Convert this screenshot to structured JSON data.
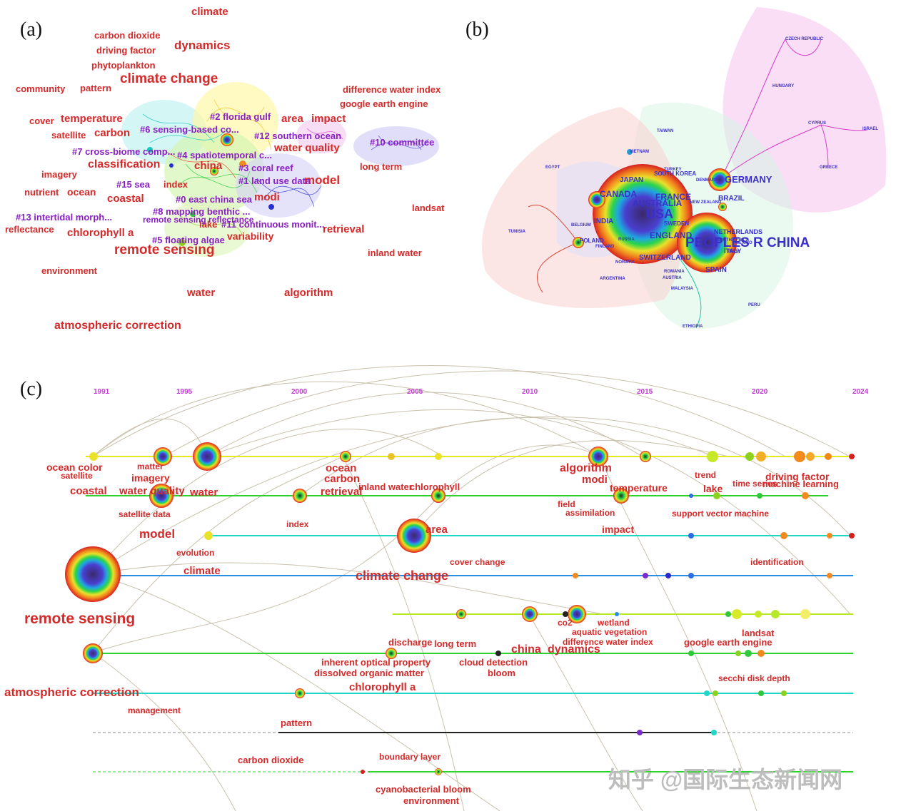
{
  "panels": {
    "a": "(a)",
    "b": "(b)",
    "c": "(c)"
  },
  "panel_a": {
    "keywords": [
      "climate",
      "carbon dioxide",
      "dynamics",
      "driving factor",
      "phytoplankton",
      "climate change",
      "community",
      "pattern",
      "difference water index",
      "google earth engine",
      "cover",
      "temperature",
      "area",
      "impact",
      "satellite",
      "carbon",
      "water quality",
      "long term",
      "classification",
      "china",
      "imagery",
      "nutrient",
      "ocean",
      "index",
      "model",
      "coastal",
      "modi",
      "landsat",
      "reflectance",
      "chlorophyll a",
      "lake",
      "variability",
      "retrieval",
      "remote sensing",
      "inland water",
      "environment",
      "water",
      "algorithm",
      "atmospheric correction"
    ],
    "clusters": [
      "#2 florida gulf",
      "#6 sensing-based co...",
      "#12 southern ocean",
      "#7 cross-biome comp...",
      "#4 spatiotemporal c...",
      "#10 committee",
      "#3 coral reef",
      "#1 land use data",
      "#15 sea",
      "#0 east china sea",
      "#8 mapping benthic ...",
      "#13 intertidal morph...",
      "remote sensing reflectance",
      "#11 continuous monit...",
      "#5 floating algae"
    ]
  },
  "panel_b": {
    "countries_large": [
      "PEOPLES R CHINA",
      "USA",
      "GERMANY",
      "CANADA",
      "AUSTRALIA",
      "FRANCE",
      "JAPAN",
      "ENGLAND",
      "INDIA",
      "BRAZIL",
      "SPAIN",
      "SWITZERLAND",
      "NETHERLANDS",
      "ITALY",
      "SWEDEN",
      "POLAND",
      "SOUTH KOREA"
    ],
    "countries_small": [
      "TAIWAN",
      "TURKEY",
      "DENMARK",
      "NEW ZEALAND",
      "SOUTH AFRICA",
      "VIETNAM",
      "BELGIUM",
      "RUSSIA",
      "NORWAY",
      "ARGENTINA",
      "AUSTRIA",
      "MALAYSIA",
      "TUNISIA",
      "EGYPT",
      "HUNGARY",
      "CYPRUS",
      "ISRAEL",
      "GREECE",
      "CZECH REPUBLIC",
      "ETHIOPIA",
      "PERU",
      "FINLAND",
      "IRAN",
      "MEXICO",
      "ROMANIA"
    ]
  },
  "panel_c": {
    "years": [
      "1991",
      "1995",
      "2000",
      "2005",
      "2010",
      "2015",
      "2020",
      "2024"
    ],
    "labels": [
      "ocean color",
      "satellite",
      "matter",
      "imagery",
      "coastal",
      "water quality",
      "water",
      "satellite data",
      "ocean",
      "carbon",
      "retrieval",
      "inland water",
      "chlorophyll",
      "algorithm",
      "modi",
      "trend",
      "lake",
      "time series",
      "machine learning",
      "driving factor",
      "field",
      "assimilation",
      "temperature",
      "support vector machine",
      "model",
      "index",
      "area",
      "impact",
      "evolution",
      "climate",
      "climate change",
      "cover change",
      "identification",
      "remote sensing",
      "co2",
      "wetland",
      "aquatic vegetation",
      "difference water index",
      "landsat",
      "discharge",
      "long term",
      "china",
      "dynamics",
      "google earth engine",
      "inherent optical property",
      "dissolved organic matter",
      "cloud detection",
      "bloom",
      "secchi disk depth",
      "atmospheric correction",
      "chlorophyll a",
      "management",
      "pattern",
      "carbon dioxide",
      "boundary layer",
      "cyanobacterial bloom",
      "environment"
    ]
  },
  "watermark": "知乎 @国际生态新闻网"
}
